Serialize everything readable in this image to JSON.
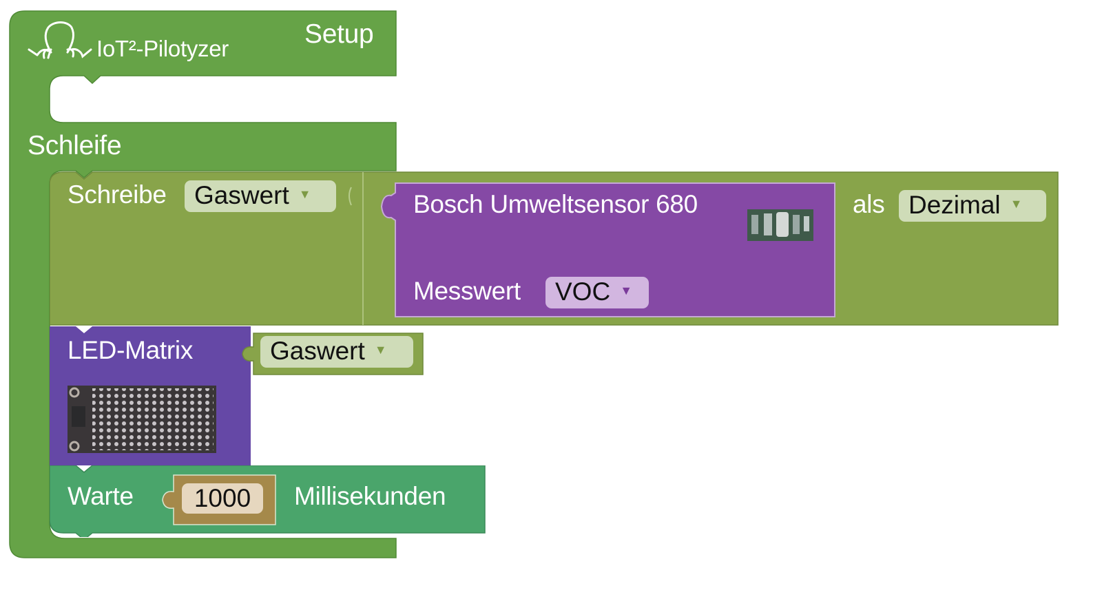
{
  "setup_block": {
    "brand_label": "IoT²-Pilotyzer",
    "brand_icon": "octopus-logo-icon",
    "title": "Setup",
    "color": "#66a347"
  },
  "loop_block": {
    "title": "Schleife",
    "color": "#66a347"
  },
  "write_block": {
    "label": "Schreibe",
    "variable_dropdown": "Gaswert",
    "as_label": "als",
    "format_dropdown": "Dezimal",
    "color": "#88a44a"
  },
  "sensor_block": {
    "title": "Bosch Umweltsensor 680",
    "image": "sensor-board-image",
    "measure_label": "Messwert",
    "measure_dropdown": "VOC",
    "color": "#8549a5"
  },
  "led_block": {
    "title": "LED-Matrix",
    "image": "led-matrix-image",
    "value_dropdown": "Gaswert",
    "color": "#6548a6"
  },
  "wait_block": {
    "label": "Warte",
    "value": "1000",
    "unit_label": "Millisekunden",
    "color": "#4aa56b",
    "number_block_color": "#a5894a"
  }
}
